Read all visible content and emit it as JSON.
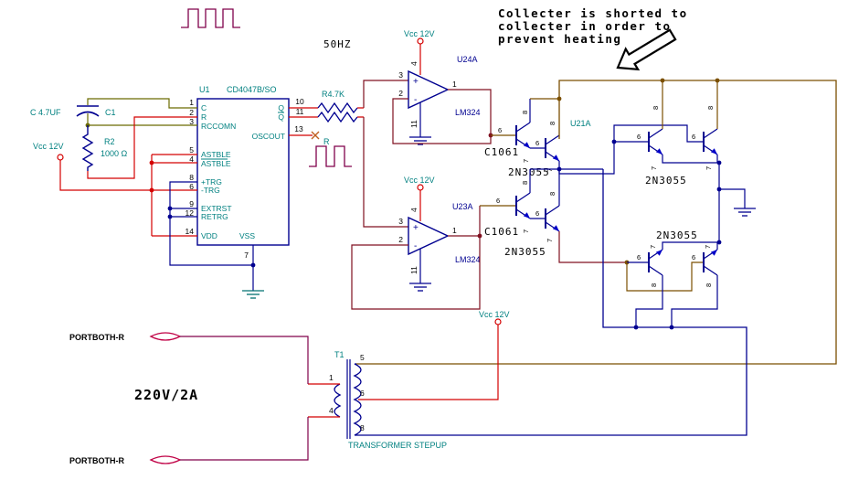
{
  "annotation": {
    "line1": "Collecter is shorted to",
    "line2": "collecter in order to",
    "line3": "prevent heating"
  },
  "labels": {
    "frequency": "50HZ",
    "mains": "220V/2A",
    "oscout_net": "R",
    "vcc": "Vcc 12V",
    "u21a": "U21A"
  },
  "ports": {
    "top": "PORTBOTH-R",
    "bottom": "PORTBOTH-R"
  },
  "ic": {
    "ref": "U1",
    "part": "CD4047B/SO",
    "left_pins": [
      {
        "n": "1",
        "name": "C"
      },
      {
        "n": "2",
        "name": "R"
      },
      {
        "n": "3",
        "name": "RCCOMN"
      },
      {
        "n": "5",
        "name": "ASTBLE"
      },
      {
        "n": "4",
        "name": "ASTBLE"
      },
      {
        "n": "8",
        "name": "+TRG"
      },
      {
        "n": "6",
        "name": "-TRG"
      },
      {
        "n": "9",
        "name": "EXTRST"
      },
      {
        "n": "12",
        "name": "RETRG"
      },
      {
        "n": "14",
        "name": "VDD"
      }
    ],
    "right_pins": [
      {
        "n": "10",
        "name": "Q"
      },
      {
        "n": "11",
        "name": "Q"
      },
      {
        "n": "13",
        "name": "OSCOUT"
      }
    ],
    "bottom_pin": {
      "n": "7",
      "name": "VSS"
    }
  },
  "passives": {
    "c_value": "C 4.7UF",
    "c_ref": "C1",
    "r2_ref": "R2",
    "r2_value": "1000 Ω",
    "r_osc": "R4.7K"
  },
  "opamps": {
    "amp1_ref": "U24A",
    "amp2_ref": "U23A",
    "part": "LM324",
    "plus": "+",
    "minus": "-",
    "pin_plus": "3",
    "pin_minus": "2",
    "pin_out": "1",
    "pin_vcc": "4",
    "pin_gnd": "11"
  },
  "transistors": {
    "driver_ref": "C1061",
    "power_ref": "2N3055",
    "pin_b": "6",
    "pin_c": "8",
    "pin_e": "7"
  },
  "transformer": {
    "ref": "T1",
    "name": "TRANSFORMER STEPUP",
    "pin1": "1",
    "pin4": "4",
    "pin5": "5",
    "pin6": "6",
    "pin8": "8"
  },
  "colors": {
    "navy": "#000090",
    "teal": "#008080",
    "red": "#D40000",
    "maroon": "#801020",
    "wave_maroon": "#80004B",
    "brown": "#7B4F00",
    "olive": "#6B6B00",
    "no_connect": "#C06020",
    "port": "#C00045"
  }
}
